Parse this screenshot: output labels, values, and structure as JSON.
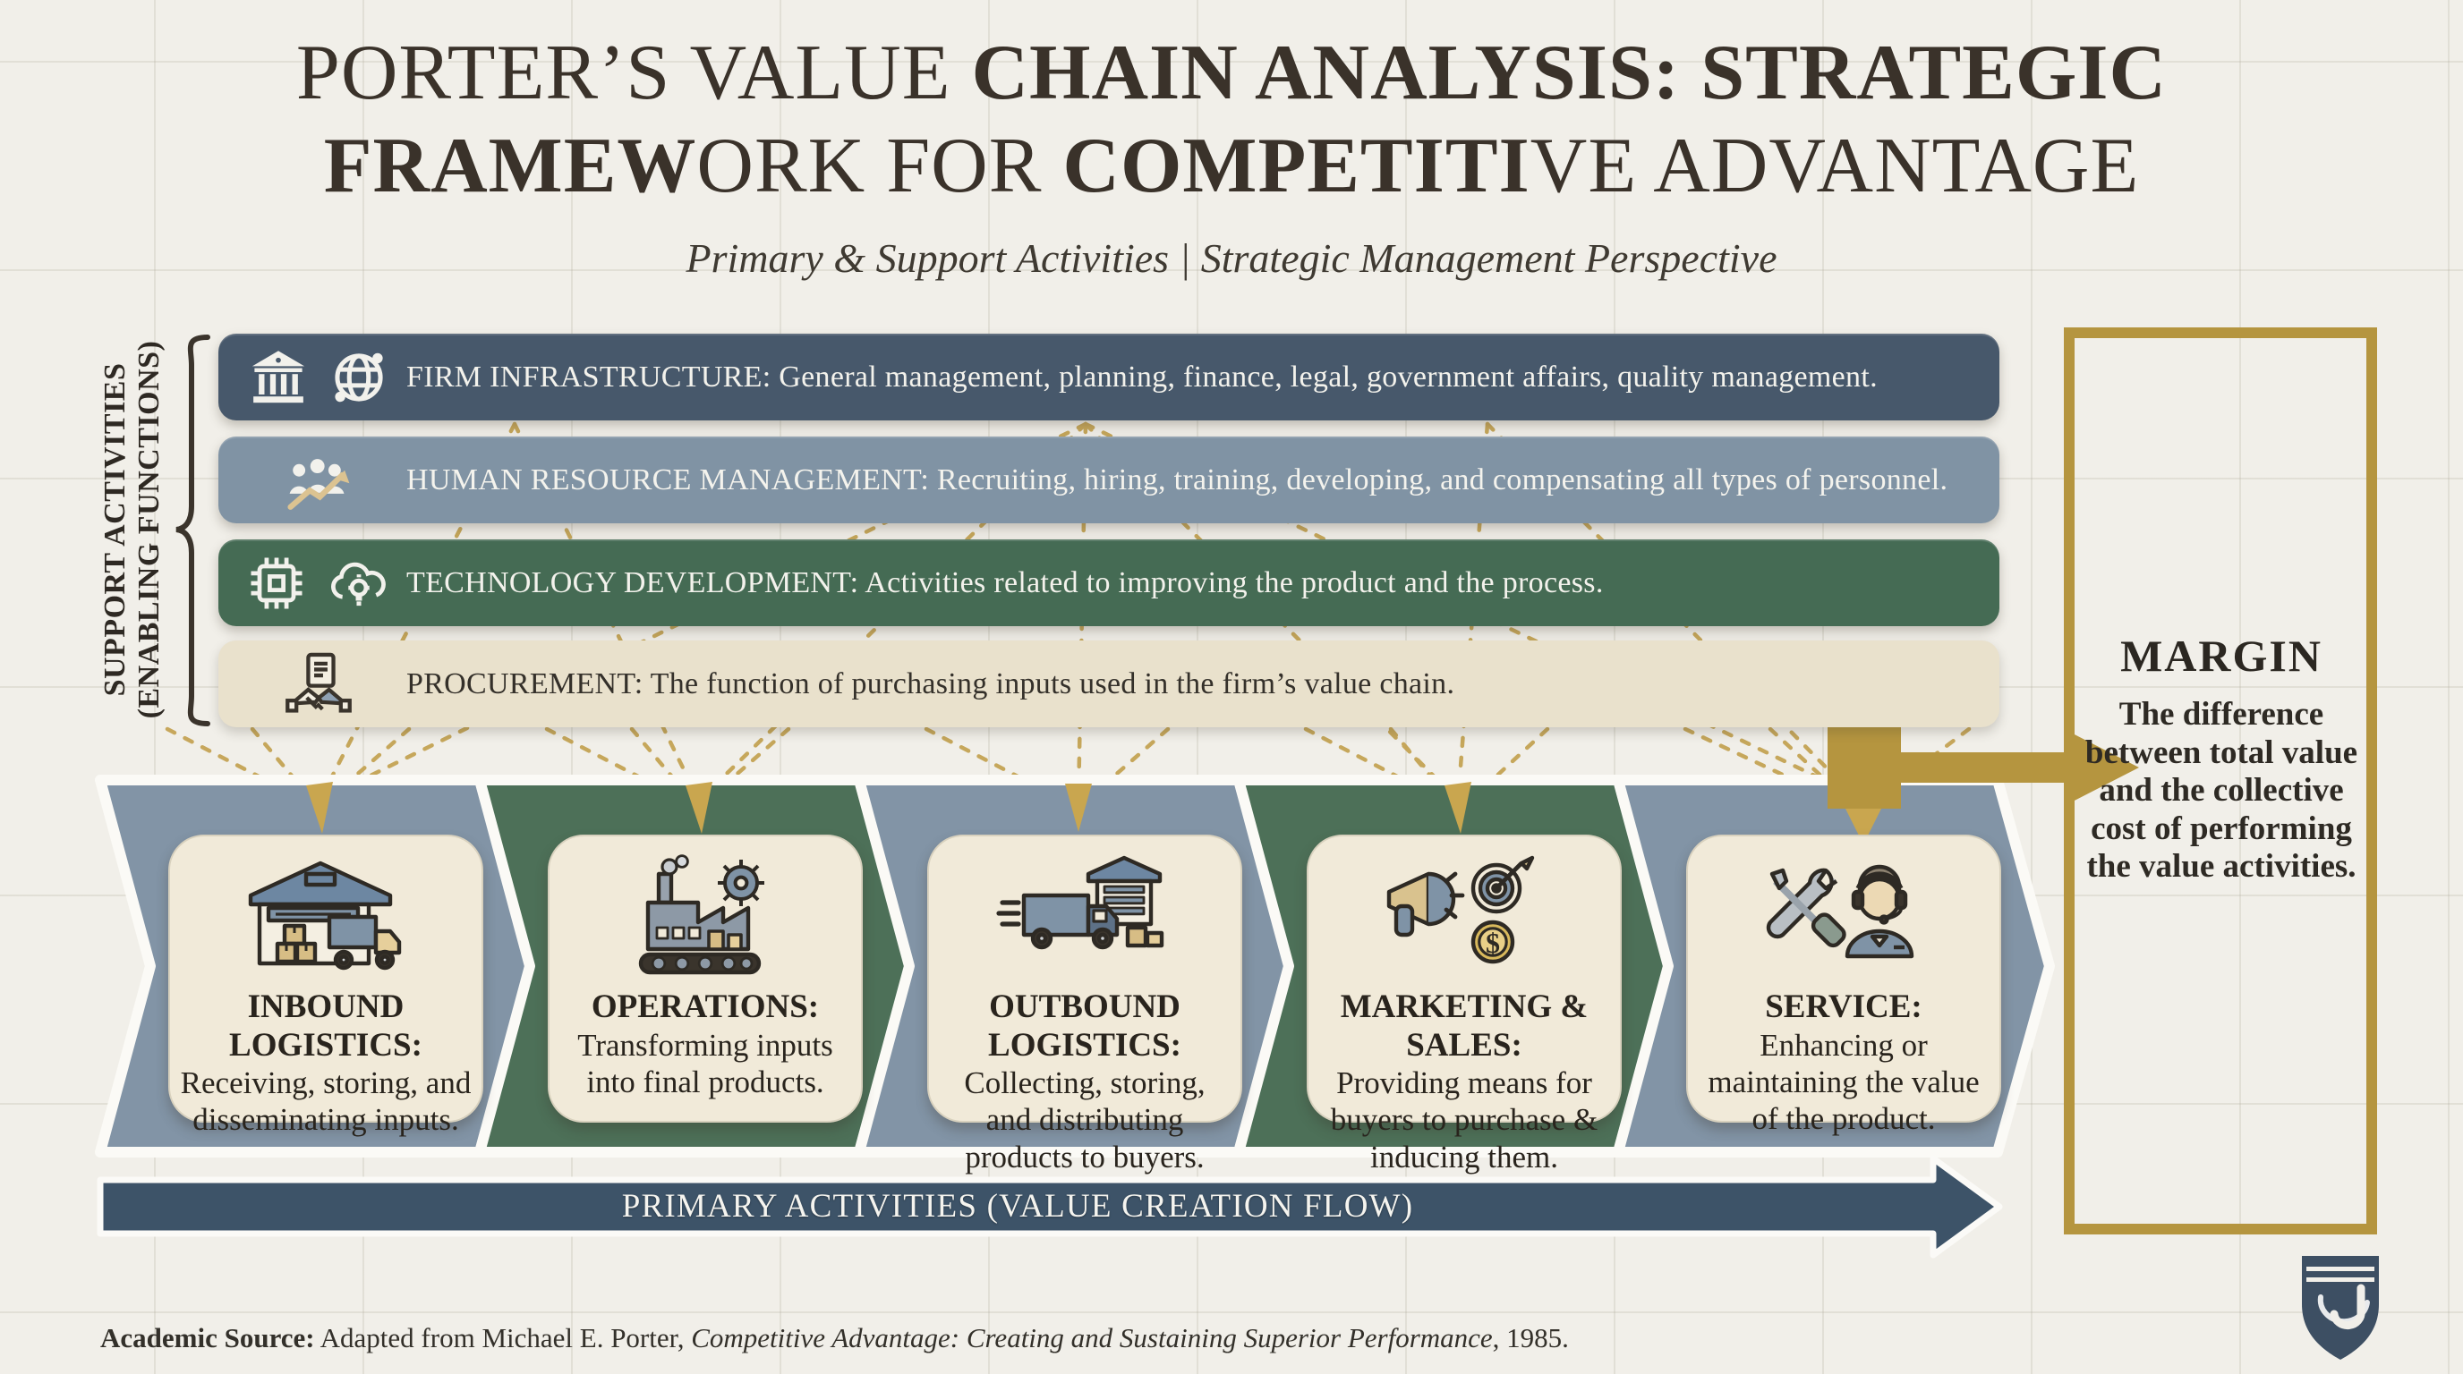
{
  "title": {
    "seg1": "PORTER’S VALUE ",
    "seg2": "CHAIN ANALYSIS: STRATEGIC FRAMEW",
    "seg3": "ORK FOR ",
    "seg4": "COMPETITI",
    "seg5": "VE ADVANTAGE"
  },
  "subtitle": "Primary & Support Activities | Strategic Management Perspective",
  "support": {
    "axis_label_line1": "SUPPORT ACTIVITIES",
    "axis_label_line2": "(ENABLING FUNCTIONS)",
    "rows": [
      {
        "name": "FIRM INFRASTRUCTURE:",
        "desc": " General management, planning, finance, legal, government affairs, quality management.",
        "icons": [
          "bank-icon",
          "globe-icon"
        ],
        "bg": "#47586b"
      },
      {
        "name": "HUMAN RESOURCE MANAGEMENT:",
        "desc": " Recruiting, hiring, training, developing, and compensating all types of personnel.",
        "icons": [
          "team-growth-icon"
        ],
        "bg": "#8093a4"
      },
      {
        "name": "TECHNOLOGY DEVELOPMENT:",
        "desc": " Activities related to improving the product and the process.",
        "icons": [
          "chip-icon",
          "idea-cloud-icon"
        ],
        "bg": "#456b54"
      },
      {
        "name": "PROCUREMENT:",
        "desc": " The function of purchasing inputs used in the firm’s value chain.",
        "icons": [
          "handshake-doc-icon"
        ],
        "bg": "#e9e1cc"
      }
    ]
  },
  "primary": {
    "flow_label": "PRIMARY ACTIVITIES (VALUE CREATION FLOW)",
    "chevrons": [
      {
        "name": "INBOUND LOGISTICS:",
        "desc": "Receiving, storing, and disseminating inputs.",
        "icon": "warehouse-truck-icon",
        "bg": "#8294a6"
      },
      {
        "name": "OPERATIONS:",
        "desc": "Transforming inputs into final products.",
        "icon": "factory-gear-icon",
        "bg": "#4d7058"
      },
      {
        "name": "OUTBOUND LOGISTICS:",
        "desc": "Collecting, storing, and distributing products to buyers.",
        "icon": "delivery-truck-icon",
        "bg": "#8294a6"
      },
      {
        "name": "MARKETING & SALES:",
        "desc": "Providing means for buyers to purchase & inducing them.",
        "icon": "megaphone-target-icon",
        "bg": "#4d7058"
      },
      {
        "name": "SERVICE:",
        "desc": "Enhancing or maintaining the value of the product.",
        "icon": "tools-headset-icon",
        "bg": "#8294a6"
      }
    ]
  },
  "margin": {
    "heading": "MARGIN",
    "desc": "The difference between total value and the collective cost of performing the value activities."
  },
  "footer": {
    "label": "Academic Source:",
    "text": " Adapted from Michael E. Porter, ",
    "book": "Competitive Advantage: Creating and Sustaining Superior Performance",
    "year": ", 1985."
  },
  "colors": {
    "paper": "#f1efe9",
    "dark_slate": "#47586b",
    "light_slate": "#8093a4",
    "green": "#456b54",
    "cream": "#e9e1cc",
    "card_cream": "#f1ead9",
    "chevron_slate": "#8294a6",
    "chevron_green": "#4d7058",
    "navy_arrow": "#3d5368",
    "gold_solid": "#b5953f",
    "gold_dotted": "#c3a14f",
    "ink": "#2e2a24"
  }
}
